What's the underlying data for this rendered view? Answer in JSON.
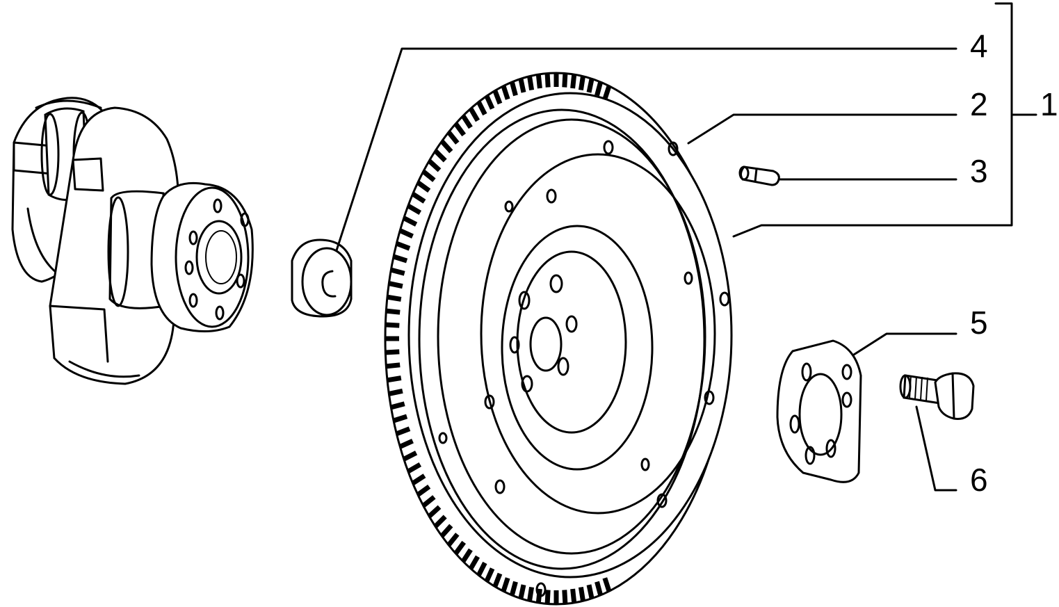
{
  "diagram": {
    "callouts": [
      {
        "id": "1",
        "label": "1"
      },
      {
        "id": "2",
        "label": "2"
      },
      {
        "id": "3",
        "label": "3"
      },
      {
        "id": "4",
        "label": "4"
      },
      {
        "id": "5",
        "label": "5"
      },
      {
        "id": "6",
        "label": "6"
      }
    ],
    "parts": [
      {
        "name": "crankshaft-end"
      },
      {
        "name": "pilot-bushing"
      },
      {
        "name": "flywheel-with-ring-gear"
      },
      {
        "name": "dowel-pin"
      },
      {
        "name": "retaining-plate"
      },
      {
        "name": "flywheel-bolt"
      }
    ],
    "colors": {
      "ink": "#000000",
      "paper": "#ffffff"
    }
  }
}
